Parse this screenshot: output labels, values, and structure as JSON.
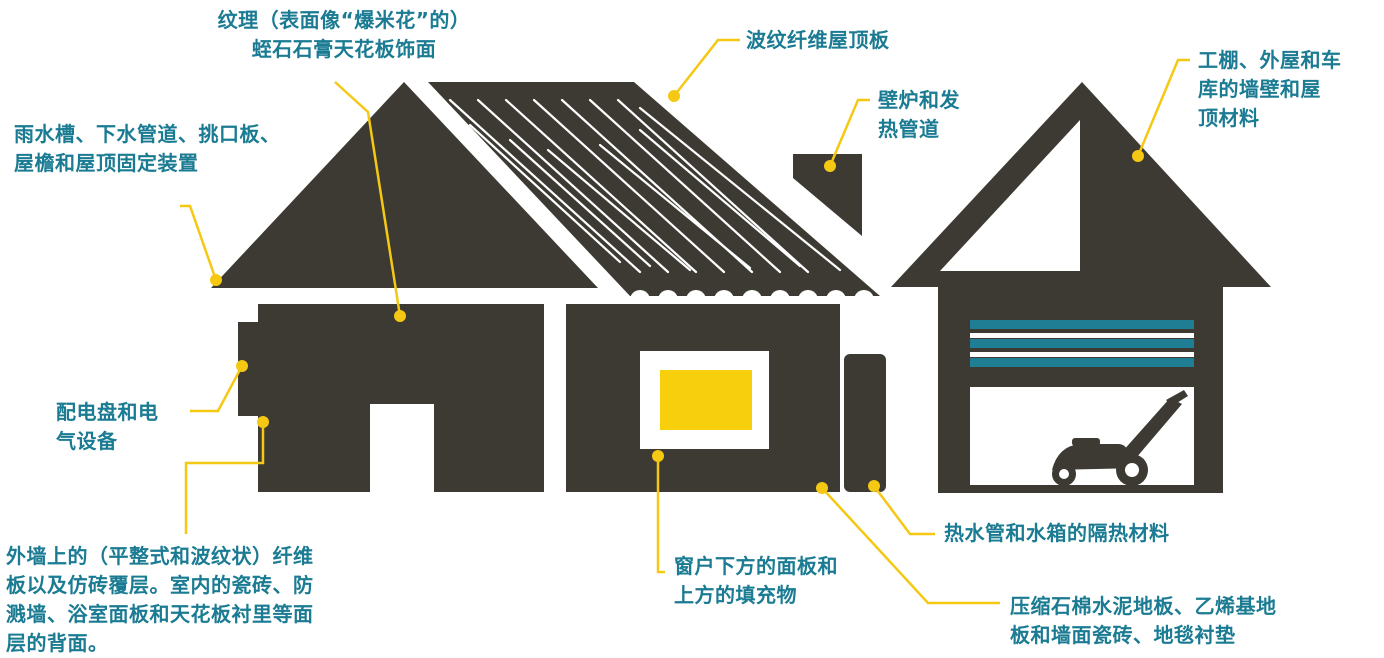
{
  "colors": {
    "building": "#3c3a33",
    "accent": "#f5c814",
    "label_text": "#1a7b93",
    "door_stripe": "#1f7e94",
    "window_fill": "#f8cf0c",
    "background": "#ffffff"
  },
  "labels": {
    "popcorn_ceiling": "纹理（表面像“爆米花”的）\n蛭石石膏天花板饰面",
    "corrugated_roof": "波纹纤维屋顶板",
    "fireplace": "壁炉和发\n热管道",
    "shed_walls": "工棚、外屋和车\n库的墙壁和屋\n顶材料",
    "gutters": "雨水槽、下水管道、挑口板、\n屋檐和屋顶固定装置",
    "switchboard": "配电盘和电\n气设备",
    "exterior_cladding": "外墙上的（平整式和波纹状）纤维\n板以及仿砖覆层。室内的瓷砖、防\n溅墙、浴室面板和天花板衬里等面\n层的背面。",
    "window_panels": "窗户下方的面板和\n上方的填充物",
    "hot_water": "热水管和水箱的隔热材料",
    "floor_tiles": "压缩石棉水泥地板、乙烯基地\n板和墙面瓷砖、地毯衬垫"
  },
  "icons": {
    "lawn_mower": "lawn-mower-icon"
  }
}
